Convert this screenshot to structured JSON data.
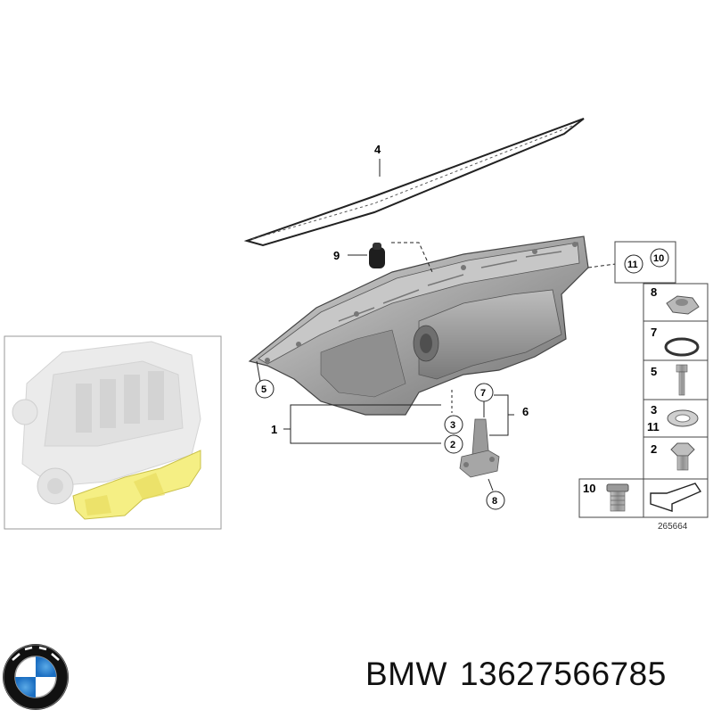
{
  "diagram": {
    "callouts": {
      "part_4": "4",
      "part_9": "9",
      "part_11": "11",
      "part_10": "10",
      "part_5": "5",
      "part_1": "1",
      "part_3": "3",
      "part_2": "2",
      "part_7": "7",
      "part_6": "6",
      "part_8": "8"
    },
    "side_panel": [
      {
        "label": "8"
      },
      {
        "label": "7"
      },
      {
        "label": "5"
      },
      {
        "label": "3",
        "label2": "11"
      },
      {
        "label": "2"
      },
      {
        "label": "10"
      }
    ],
    "figure_number": "265664"
  },
  "caption": {
    "brand": "BMW",
    "part_number": "13627566785"
  },
  "colors": {
    "highlight": "#f5ef84",
    "pan_metal": "#a9a9a9",
    "line": "#222222"
  },
  "icons": [
    "bmw-logo-icon",
    "arrow-pointer-icon"
  ]
}
